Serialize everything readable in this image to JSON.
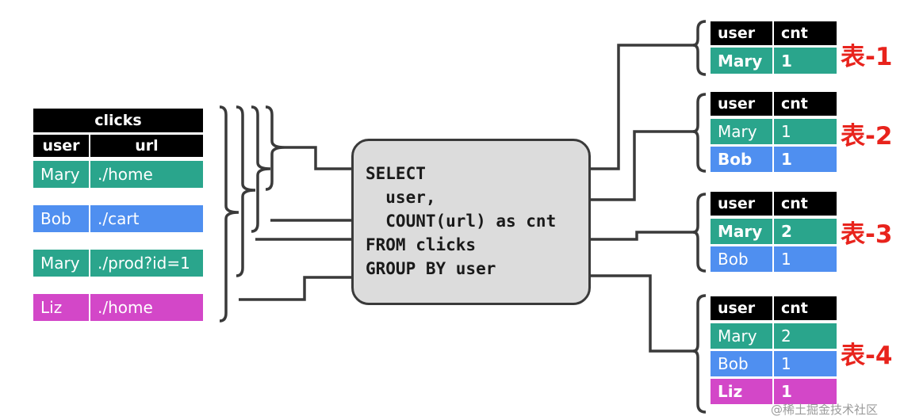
{
  "colors": {
    "mary": "#2aa58c",
    "bob": "#4f8ff0",
    "liz": "#d347c8",
    "header": "#000000",
    "query_box": "#dcdcdc",
    "label": "#e8231c"
  },
  "source_table": {
    "title": "clicks",
    "columns": [
      "user",
      "url"
    ],
    "rows": [
      {
        "user": "Mary",
        "url": "./home"
      },
      {
        "user": "Bob",
        "url": "./cart"
      },
      {
        "user": "Mary",
        "url": "./prod?id=1"
      },
      {
        "user": "Liz",
        "url": "./home"
      }
    ]
  },
  "query": {
    "lines": [
      "SELECT",
      "  user,",
      "  COUNT(url) as cnt",
      "FROM clicks",
      "GROUP BY user"
    ]
  },
  "result_tables": [
    {
      "label": "表-1",
      "columns": [
        "user",
        "cnt"
      ],
      "rows": [
        {
          "user": "Mary",
          "cnt": "1"
        }
      ]
    },
    {
      "label": "表-2",
      "columns": [
        "user",
        "cnt"
      ],
      "rows": [
        {
          "user": "Mary",
          "cnt": "1"
        },
        {
          "user": "Bob",
          "cnt": "1"
        }
      ]
    },
    {
      "label": "表-3",
      "columns": [
        "user",
        "cnt"
      ],
      "rows": [
        {
          "user": "Mary",
          "cnt": "2"
        },
        {
          "user": "Bob",
          "cnt": "1"
        }
      ]
    },
    {
      "label": "表-4",
      "columns": [
        "user",
        "cnt"
      ],
      "rows": [
        {
          "user": "Mary",
          "cnt": "2"
        },
        {
          "user": "Bob",
          "cnt": "1"
        },
        {
          "user": "Liz",
          "cnt": "1"
        }
      ]
    }
  ],
  "watermark": "@稀土掘金技术社区"
}
